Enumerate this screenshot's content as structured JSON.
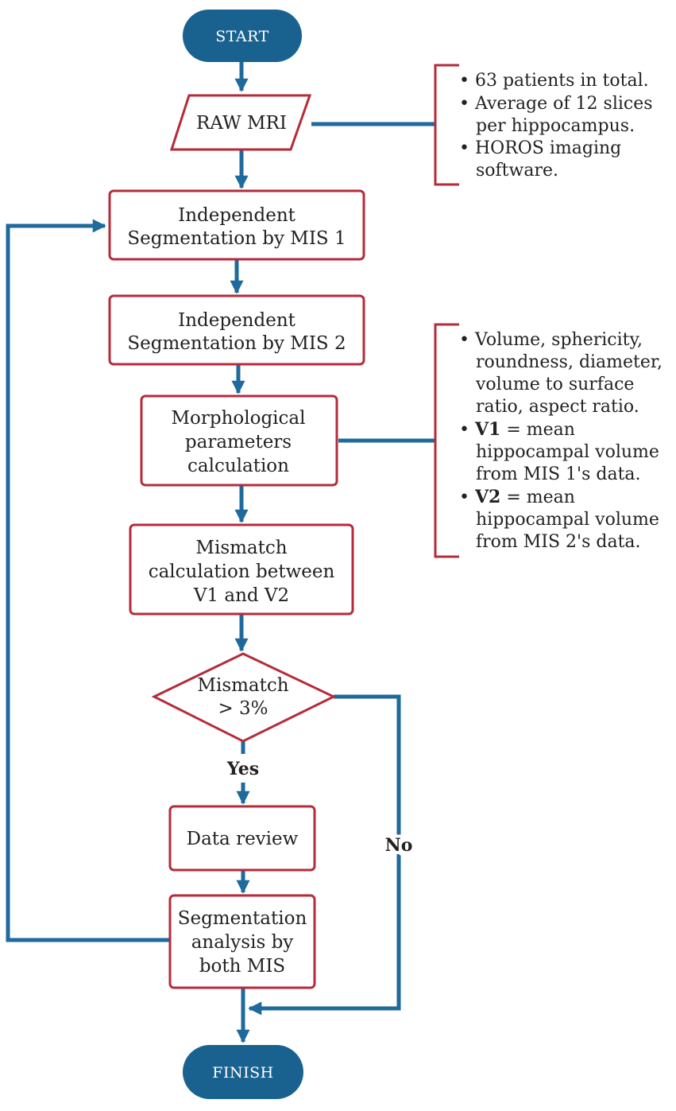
{
  "colors": {
    "flow_line": "#1f6a9c",
    "node_border": "#b52b3a",
    "terminal_fill": "#19628f",
    "bracket": "#b52b3a",
    "text": "#222222"
  },
  "terminals": {
    "start": "START",
    "finish": "FINISH"
  },
  "nodes": {
    "raw_mri": "RAW MRI",
    "seg_mis1": [
      "Independent",
      "Segmentation by MIS 1"
    ],
    "seg_mis2": [
      "Independent",
      "Segmentation by MIS 2"
    ],
    "morph": [
      "Morphological",
      "parameters",
      "calculation"
    ],
    "mismatch_calc": [
      "Mismatch",
      "calculation between",
      "V1 and V2"
    ],
    "decision": [
      "Mismatch",
      "> 3%"
    ],
    "data_review": "Data review",
    "seg_analysis": [
      "Segmentation",
      "analysis by",
      "both MIS"
    ]
  },
  "edge_labels": {
    "yes": "Yes",
    "no": "No"
  },
  "notes": {
    "raw_mri": {
      "lines": [
        {
          "bullet": true,
          "text": "63 patients in total."
        },
        {
          "bullet": true,
          "text": "Average of 12 slices"
        },
        {
          "bullet": false,
          "text": "per hippocampus."
        },
        {
          "bullet": true,
          "text": "HOROS imaging"
        },
        {
          "bullet": false,
          "text": "software."
        }
      ]
    },
    "morph": {
      "lines": [
        {
          "bullet": true,
          "text": "Volume, sphericity,"
        },
        {
          "bullet": false,
          "text": "roundness, diameter,"
        },
        {
          "bullet": false,
          "text": "volume to surface"
        },
        {
          "bullet": false,
          "text": "ratio, aspect ratio."
        },
        {
          "bullet": true,
          "bold": "V1",
          "text": " = mean"
        },
        {
          "bullet": false,
          "text": "hippocampal volume"
        },
        {
          "bullet": false,
          "text": "from MIS 1's data."
        },
        {
          "bullet": true,
          "bold": "V2",
          "text": " = mean"
        },
        {
          "bullet": false,
          "text": "hippocampal volume"
        },
        {
          "bullet": false,
          "text": "from MIS 2's data."
        }
      ]
    }
  }
}
